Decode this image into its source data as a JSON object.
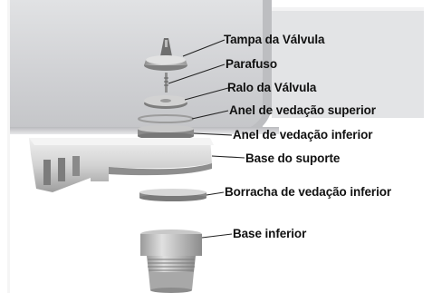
{
  "diagram": {
    "labels": {
      "valve_cap": "Tampa da Válvula",
      "screw": "Parafuso",
      "valve_strainer": "Ralo da Válvula",
      "upper_seal_ring": "Anel de vedação superior",
      "lower_seal_ring": "Anel de vedação inferior",
      "support_base": "Base do suporte",
      "lower_seal_rubber": "Borracha de vedação inferior",
      "lower_base": "Base inferior"
    },
    "colors": {
      "background": "#ffffff",
      "sink_panel": "#d9dadc",
      "metal_light": "#e6e6e6",
      "metal_dark": "#8a8a8a",
      "label_text": "#111111"
    }
  }
}
